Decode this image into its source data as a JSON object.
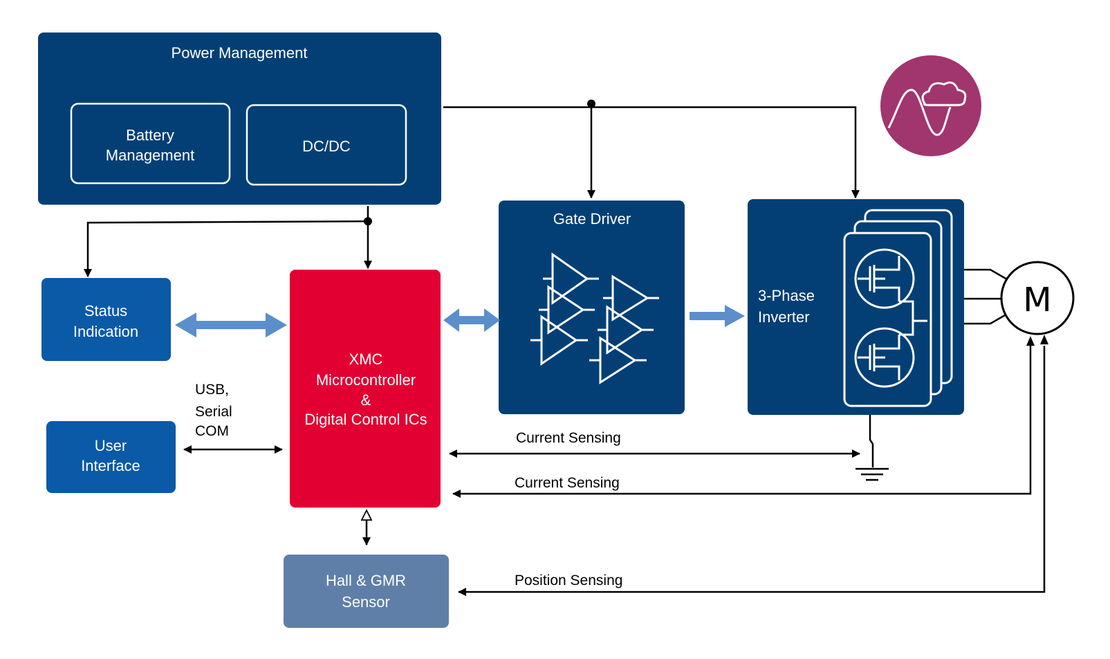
{
  "colors": {
    "navy": "#033f75",
    "blue": "#0a5aa7",
    "red": "#e20033",
    "slate": "#5f7fa9",
    "purple": "#a1356e",
    "arrow_light": "#5a8fcb"
  },
  "icons": {
    "badge": "sine-wave-cloud-icon",
    "motor": "motor-symbol",
    "ground": "ground-symbol"
  },
  "blocks": {
    "power_management": {
      "title": "Power Management",
      "battery_line1": "Battery",
      "battery_line2": "Management",
      "dcdc": "DC/DC"
    },
    "status_indication": {
      "line1": "Status",
      "line2": "Indication"
    },
    "user_interface": {
      "line1": "User",
      "line2": "Interface"
    },
    "mcu": {
      "line1": "XMC",
      "line2": "Microcontroller",
      "line3": "&",
      "line4": "Digital Control ICs"
    },
    "gate_driver": {
      "title": "Gate Driver"
    },
    "inverter": {
      "line1": "3-Phase",
      "line2": "Inverter"
    },
    "sensor": {
      "line1": "Hall & GMR",
      "line2": "Sensor"
    },
    "motor": {
      "label": "M"
    }
  },
  "connections": {
    "usb_line1": "USB,",
    "usb_line2": "Serial",
    "usb_line3": "COM",
    "current_sensing_1": "Current Sensing",
    "current_sensing_2": "Current Sensing",
    "position_sensing": "Position Sensing"
  }
}
